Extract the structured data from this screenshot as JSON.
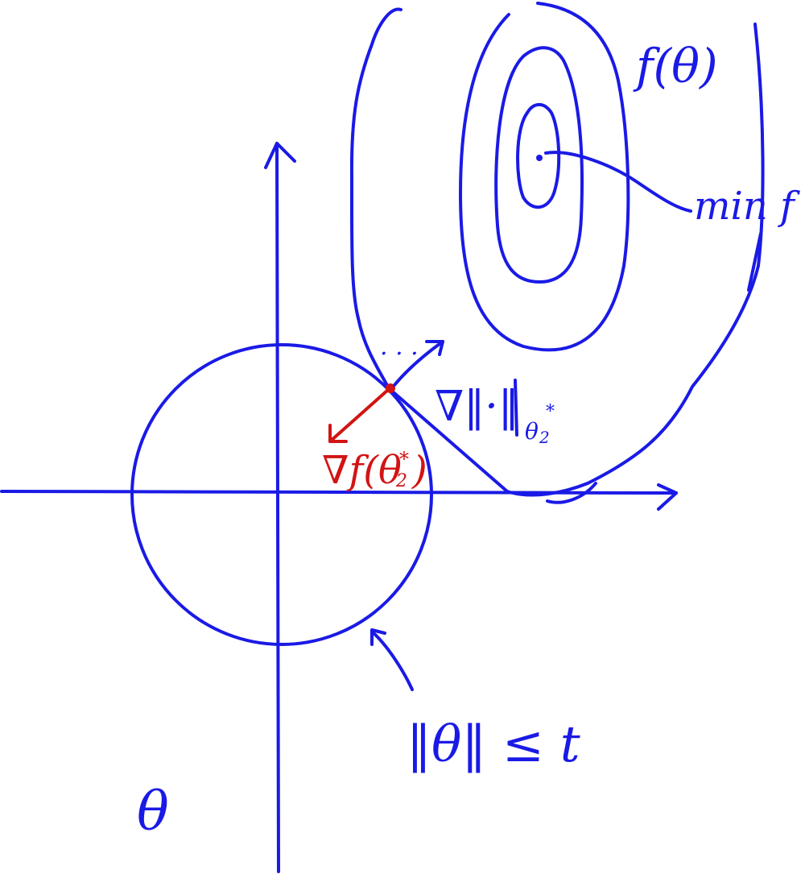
{
  "labels": {
    "objective": "f(θ)",
    "minimum": "min f",
    "gradient_norm": "∇‖·‖",
    "gradient_norm_sub": "θ",
    "gradient_norm_subscript": "2",
    "gradient_norm_sup": "*",
    "gradient_f": "∇f(θ",
    "gradient_f_subscript": "2",
    "gradient_f_sup": "*",
    "gradient_f_close": ")",
    "constraint": "‖θ‖ ≤ t",
    "variable": "θ",
    "dots": ". . ."
  },
  "colors": {
    "ink": "#1a1ae6",
    "highlight": "#d21414",
    "background": "#ffffff"
  }
}
